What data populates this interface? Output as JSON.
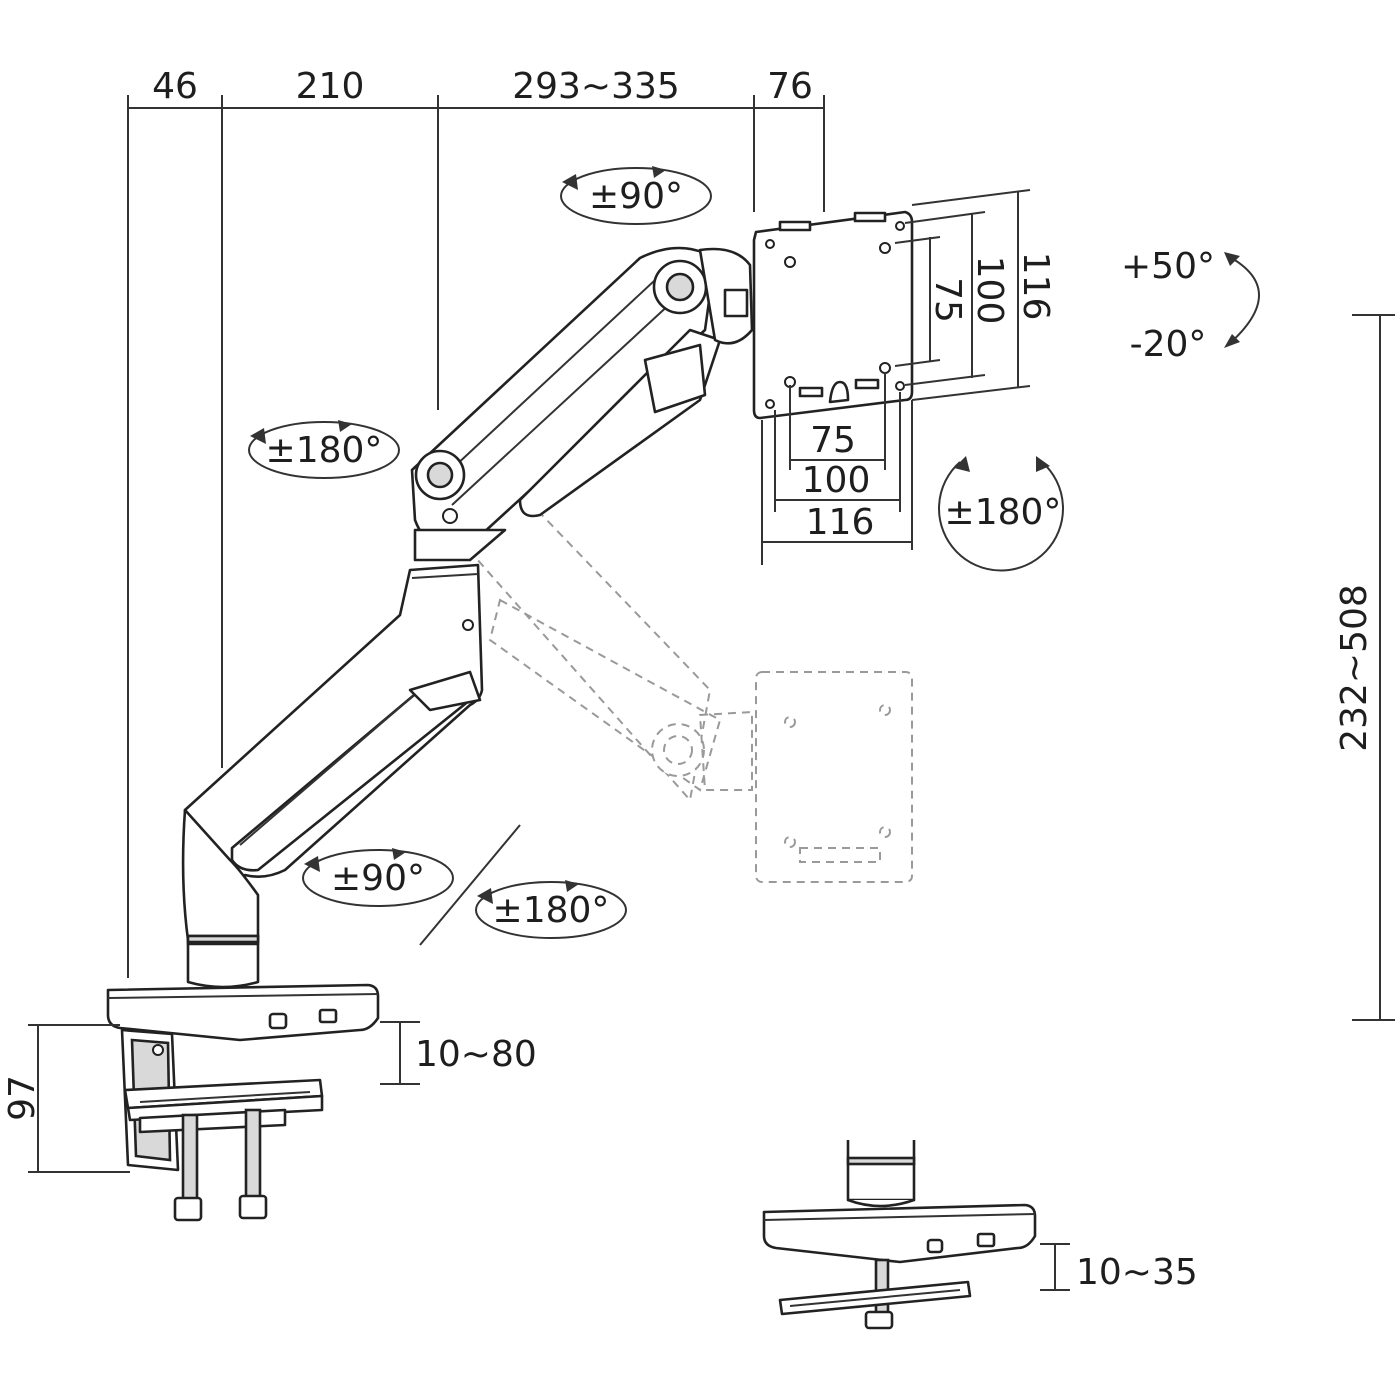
{
  "top_dimensions": {
    "d1": "46",
    "d2": "210",
    "d3": "293~335",
    "d4": "76"
  },
  "vesa_vertical": {
    "v75": "75",
    "v100": "100",
    "v116": "116"
  },
  "vesa_horizontal": {
    "h75": "75",
    "h100": "100",
    "h116": "116"
  },
  "tilt": {
    "up": "+50°",
    "down": "-20°"
  },
  "rotations": {
    "top_swivel": "±90°",
    "elbow_swivel": "±180°",
    "screen_rotation": "±180°",
    "lower_swivel": "±90°",
    "base_swivel": "±180°"
  },
  "height_range": "232~508",
  "clamp": {
    "depth": "97",
    "thickness": "10~80"
  },
  "grommet": {
    "thickness": "10~35"
  },
  "colors": {
    "line": "#222222",
    "ghost": "#9a9a9a",
    "background": "#ffffff"
  }
}
